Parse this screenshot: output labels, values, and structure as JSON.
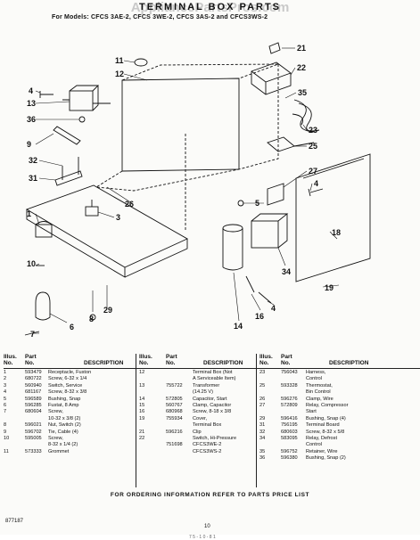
{
  "header": {
    "watermark": "AppliancePartsPros.com",
    "title": "TERMINAL BOX PARTS",
    "models": "For Models: CFCS 3AE-2, CFCS 3WE-2, CFCS 3AS-2 and CFCS3WS-2"
  },
  "diagram": {
    "callouts": [
      "21",
      "11",
      "22",
      "12",
      "35",
      "4",
      "13",
      "36",
      "23",
      "25",
      "9",
      "27",
      "32",
      "31",
      "4",
      "26",
      "5",
      "3",
      "18",
      "1",
      "34",
      "19",
      "10",
      "8",
      "29",
      "16",
      "4",
      "14",
      "6",
      "7"
    ]
  },
  "table": {
    "headers": {
      "illus": "Illus. No.",
      "part": "Part No.",
      "desc": "DESCRIPTION"
    },
    "col1": [
      {
        "no": "1",
        "part": "593479",
        "desc": "Receptacle, Fuston"
      },
      {
        "no": "2",
        "part": "680722",
        "desc": "Screw, 6-32 x 1/4"
      },
      {
        "no": "3",
        "part": "560940",
        "desc": "Switch, Service"
      },
      {
        "no": "4",
        "part": "681167",
        "desc": "Screw, 8-32 x 3/8"
      },
      {
        "no": "5",
        "part": "596589",
        "desc": "Bushing, Snap"
      },
      {
        "no": "6",
        "part": "596285",
        "desc": "Fustat, 8 Amp"
      },
      {
        "no": "7",
        "part": "680604",
        "desc": "Screw,"
      },
      {
        "no": "",
        "part": "",
        "desc": "10-32 x 3/8 (2)"
      },
      {
        "no": "8",
        "part": "596021",
        "desc": "Nut, Switch (2)"
      },
      {
        "no": "9",
        "part": "596702",
        "desc": "Tie, Cable (4)"
      },
      {
        "no": "10",
        "part": "595005",
        "desc": "Screw,"
      },
      {
        "no": "",
        "part": "",
        "desc": "8-32 x 1/4 (2)"
      },
      {
        "no": "11",
        "part": "573333",
        "desc": "Grommet"
      }
    ],
    "col2": [
      {
        "no": "12",
        "part": "",
        "desc": "Terminal Box (Not"
      },
      {
        "no": "",
        "part": "",
        "desc": "A Serviceable Item)"
      },
      {
        "no": "13",
        "part": "755722",
        "desc": "Transformer"
      },
      {
        "no": "",
        "part": "",
        "desc": "(14.25 V)"
      },
      {
        "no": "14",
        "part": "572805",
        "desc": "Capacitor, Start"
      },
      {
        "no": "15",
        "part": "560767",
        "desc": "Clamp, Capacitor"
      },
      {
        "no": "16",
        "part": "680968",
        "desc": "Screw, 8-18 x 3/8"
      },
      {
        "no": "19",
        "part": "755934",
        "desc": "Cover,"
      },
      {
        "no": "",
        "part": "",
        "desc": "Terminal Box"
      },
      {
        "no": "21",
        "part": "596216",
        "desc": "Clip"
      },
      {
        "no": "22",
        "part": "",
        "desc": "Switch, Hi-Pressure"
      },
      {
        "no": "",
        "part": "751698",
        "desc": "CFCS3WE-2"
      },
      {
        "no": "",
        "part": "",
        "desc": "CFCS3WS-2"
      }
    ],
    "col3": [
      {
        "no": "23",
        "part": "756043",
        "desc": "Harness,"
      },
      {
        "no": "",
        "part": "",
        "desc": "Control"
      },
      {
        "no": "25",
        "part": "593328",
        "desc": "Thermostat,"
      },
      {
        "no": "",
        "part": "",
        "desc": "Bin Control"
      },
      {
        "no": "26",
        "part": "596276",
        "desc": "Clamp, Wire"
      },
      {
        "no": "27",
        "part": "572809",
        "desc": "Relay, Compressor"
      },
      {
        "no": "",
        "part": "",
        "desc": "Start"
      },
      {
        "no": "29",
        "part": "596416",
        "desc": "Bushing, Snap (4)"
      },
      {
        "no": "31",
        "part": "756195",
        "desc": "Terminal Board"
      },
      {
        "no": "32",
        "part": "680603",
        "desc": "Screw, 8-32 x 5/8"
      },
      {
        "no": "34",
        "part": "583095",
        "desc": "Relay, Defrost"
      },
      {
        "no": "",
        "part": "",
        "desc": "Control"
      },
      {
        "no": "35",
        "part": "596752",
        "desc": "Retainer, Wire"
      },
      {
        "no": "36",
        "part": "596380",
        "desc": "Bushing, Snap (2)"
      }
    ]
  },
  "footer": {
    "note": "FOR ORDERING INFORMATION REFER TO PARTS PRICE LIST",
    "code": "877187",
    "page": "10",
    "mark": "7 5 - 1 0 - 8 1"
  }
}
